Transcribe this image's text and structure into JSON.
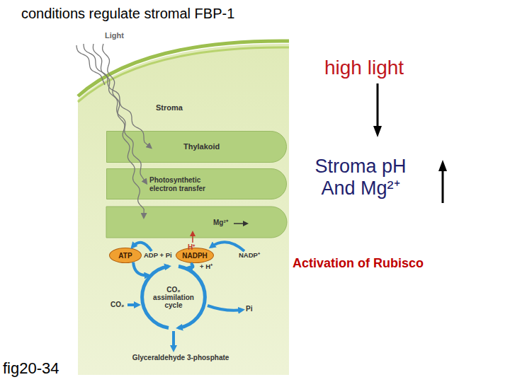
{
  "diagram": {
    "title": "conditions regulate stromal FBP-1",
    "nodes": [
      {
        "text": [
          "Stroma"
        ]
      },
      {
        "text": [
          "Thylakoid"
        ],
        "in": 0
      },
      {
        "text": [
          "Photosynthetic electron transfer"
        ],
        "in": 0
      },
      {
        "text": [
          "ATP"
        ],
        "in": 0
      },
      {
        "text": [
          "NADPH"
        ],
        "in": 0
      },
      {
        "text": [
          "CO₂ assimilation cycle"
        ],
        "in": 0
      }
    ],
    "edges": [
      {
        "from": 3,
        "to": 5,
        "arrow": "to"
      },
      {
        "from": 4,
        "to": 5,
        "arrow": "to"
      }
    ],
    "labels": [
      "Light",
      "Mg²⁺",
      "H⁺",
      "ADP + Pi",
      "NADP⁺",
      "+ H⁺",
      "CO₂",
      "Pi",
      "Glyceraldehyde 3-phosphate",
      "high light",
      "Stroma pH And Mg²⁺",
      "Activation of Rubisco",
      "fig20-34"
    ]
  }
}
